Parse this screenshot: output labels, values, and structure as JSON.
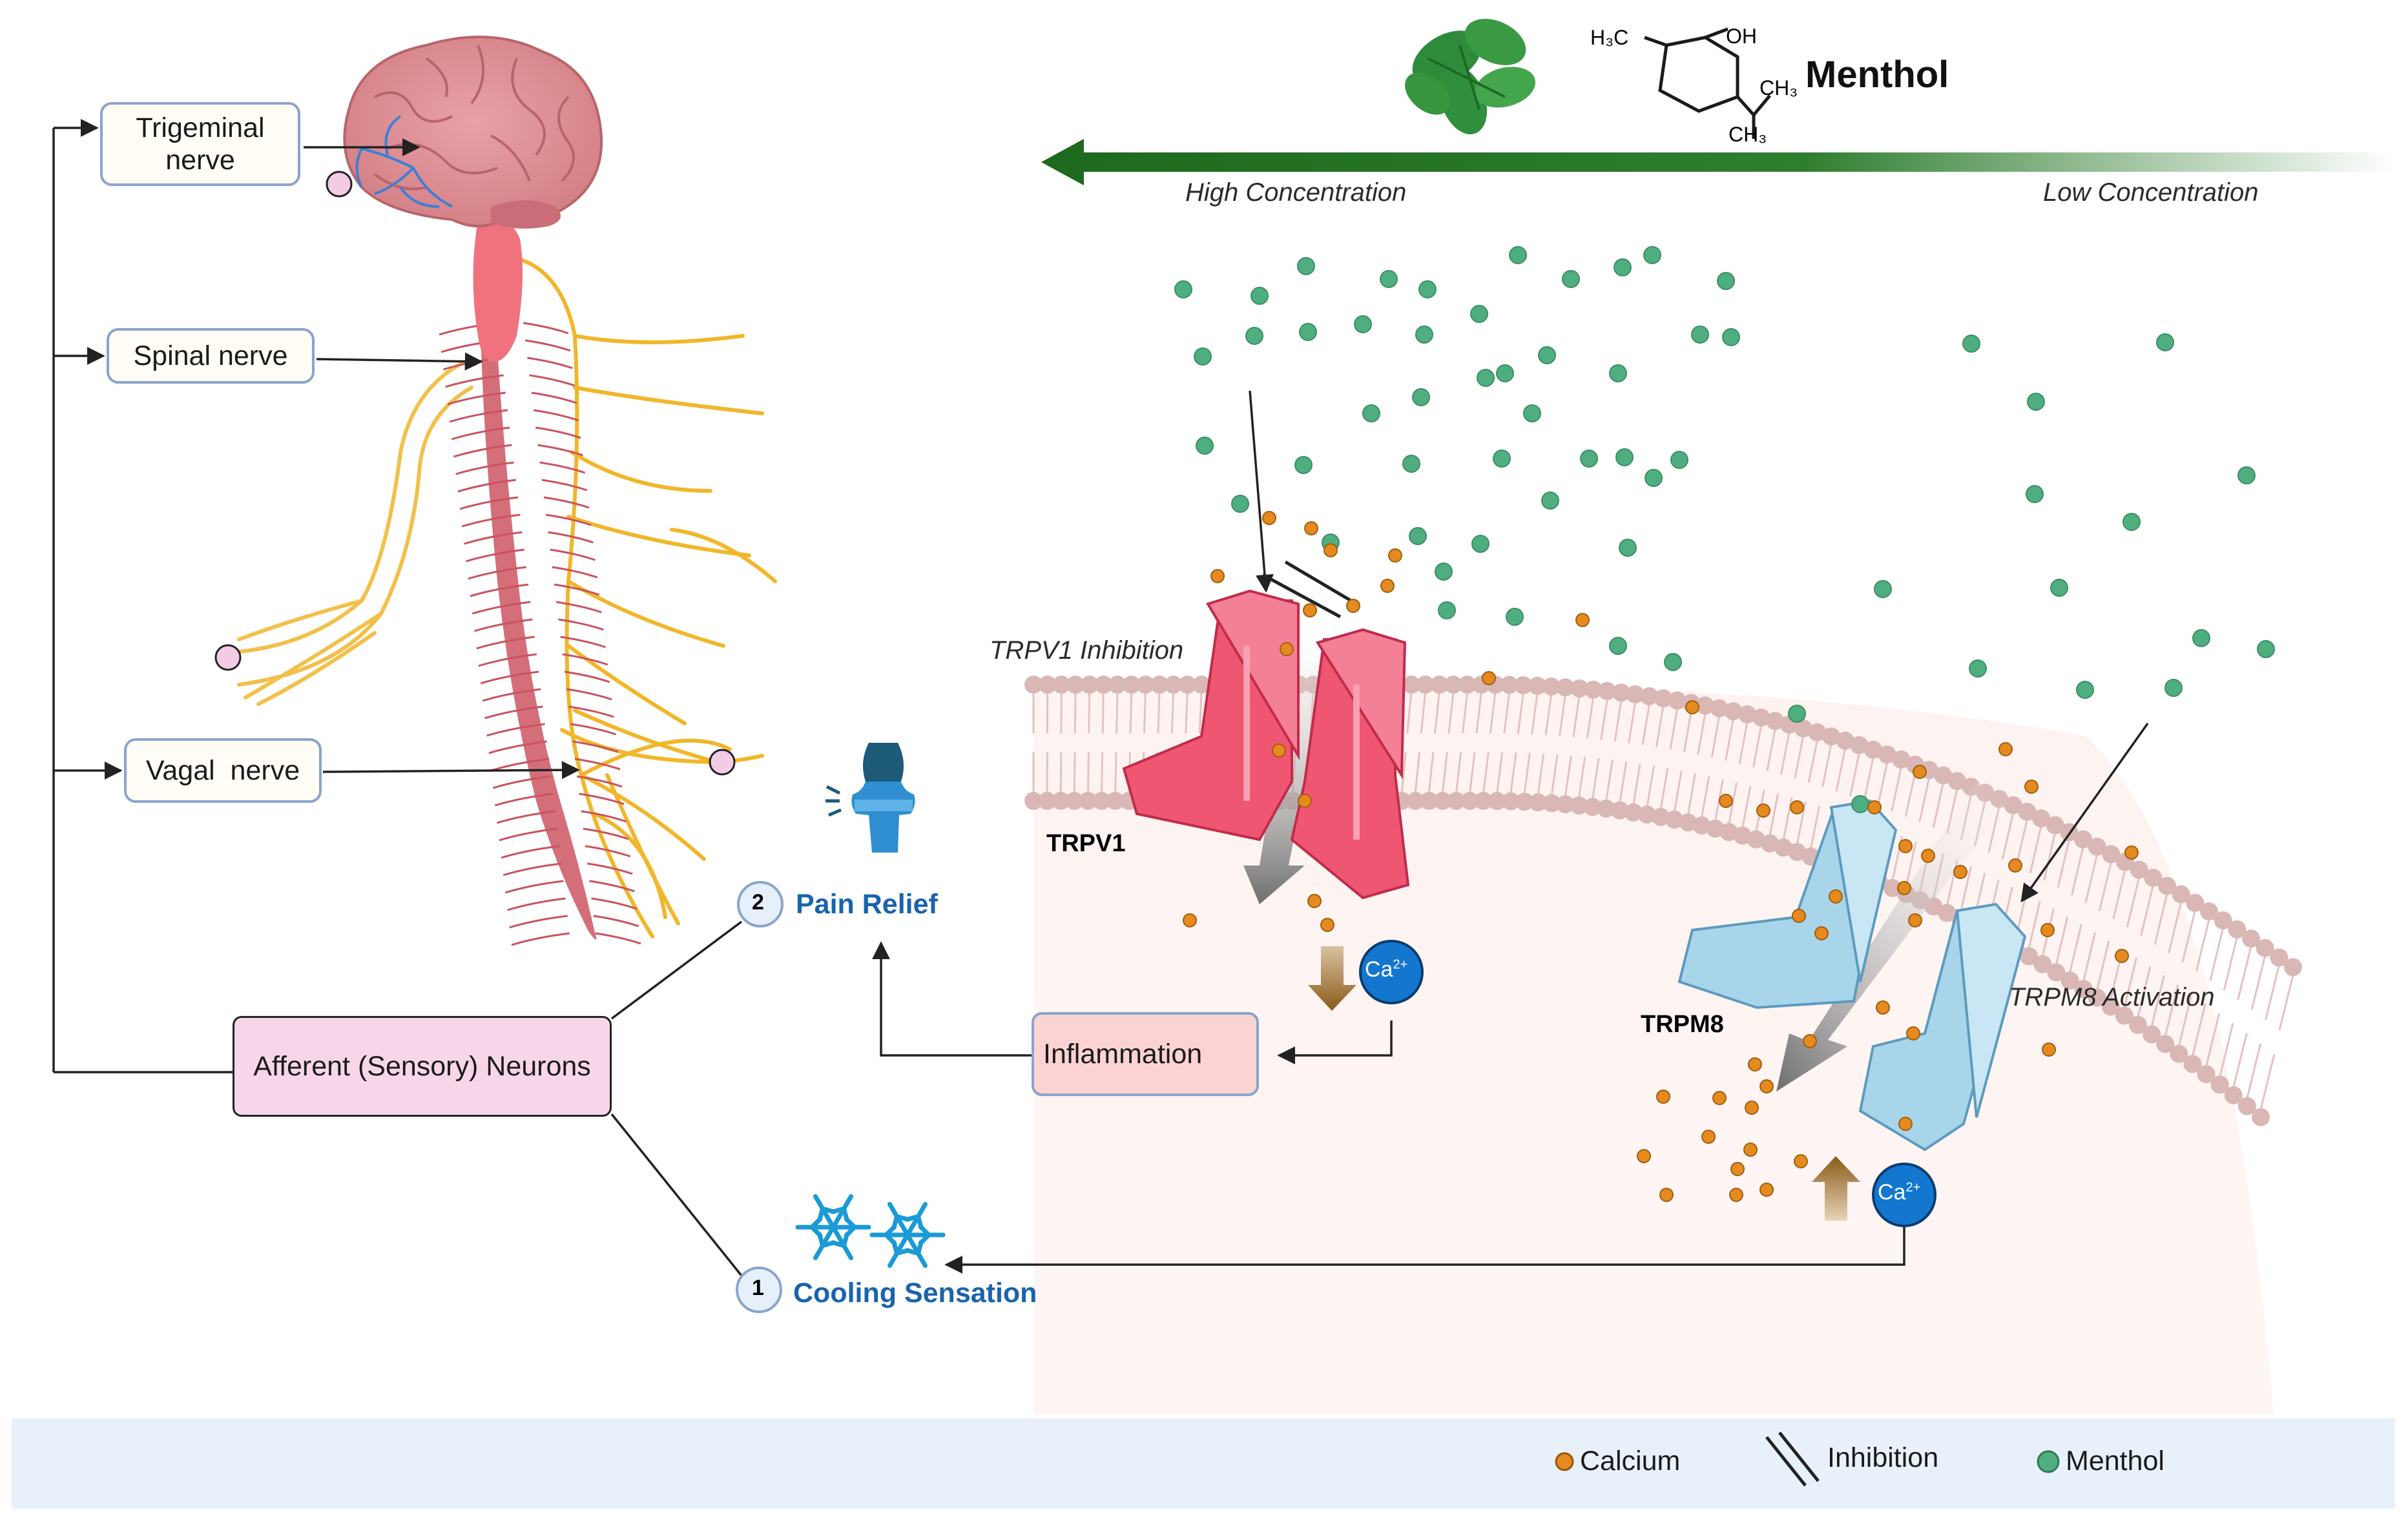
{
  "molecule": {
    "name": "Menthol",
    "formula_h3c": "H₃C",
    "formula_oh": "OH",
    "formula_ch3_right": "CH₃",
    "formula_ch3_bottom": "CH₃"
  },
  "gradient": {
    "high_label": "High Concentration",
    "low_label": "Low Concentration",
    "color": "#1e6a1e"
  },
  "nerves": {
    "trigeminal": "Trigeminal nerve",
    "spinal": "Spinal nerve",
    "vagal": "Vagal  nerve"
  },
  "afferent": "Afferent (Sensory) Neurons",
  "steps": {
    "pain_relief": {
      "number": "2",
      "label": "Pain Relief"
    },
    "cooling": {
      "number": "1",
      "label": "Cooling Sensation"
    }
  },
  "channels": {
    "trpv1_label": "TRPV1",
    "trpv1_inhibition": "TRPV1 Inhibition",
    "trpm8_label": "TRPM8",
    "trpm8_activation": "TRPM8 Activation",
    "trpv1_color": "#f0566e",
    "trpm8_color": "#a9d5ea"
  },
  "inflammation": "Inflammation",
  "ion": {
    "base": "Ca",
    "charge": "2+"
  },
  "legend": {
    "calcium": "Calcium",
    "inhibition": "Inhibition",
    "menthol": "Menthol",
    "calcium_color": "#e58a1f",
    "menthol_color": "#4fae80"
  },
  "icons": [
    "brain-icon",
    "mint-leaves-icon",
    "knee-joint-icon",
    "snowflake-icon",
    "calcium-ion-icon"
  ]
}
